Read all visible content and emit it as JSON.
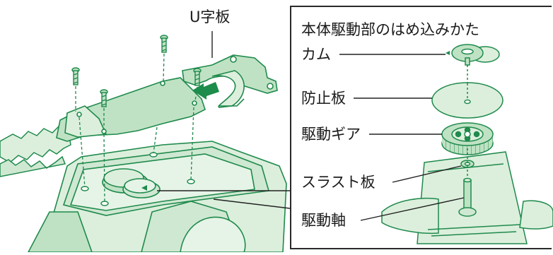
{
  "diagram": {
    "left": {
      "u_plate_label": "U字板"
    },
    "right": {
      "title": "本体駆動部のはめ込みかた",
      "parts": [
        {
          "label": "カム"
        },
        {
          "label": "防止板"
        },
        {
          "label": "駆動ギア"
        },
        {
          "label": "スラスト板"
        },
        {
          "label": "駆動軸"
        }
      ]
    },
    "colors": {
      "fill_light": "#dcefdc",
      "fill_mid": "#bfe2c4",
      "fill_dark": "#6cbf83",
      "stroke": "#1f8a4c",
      "arrow": "#1e8c4a",
      "leader": "#222222"
    }
  }
}
